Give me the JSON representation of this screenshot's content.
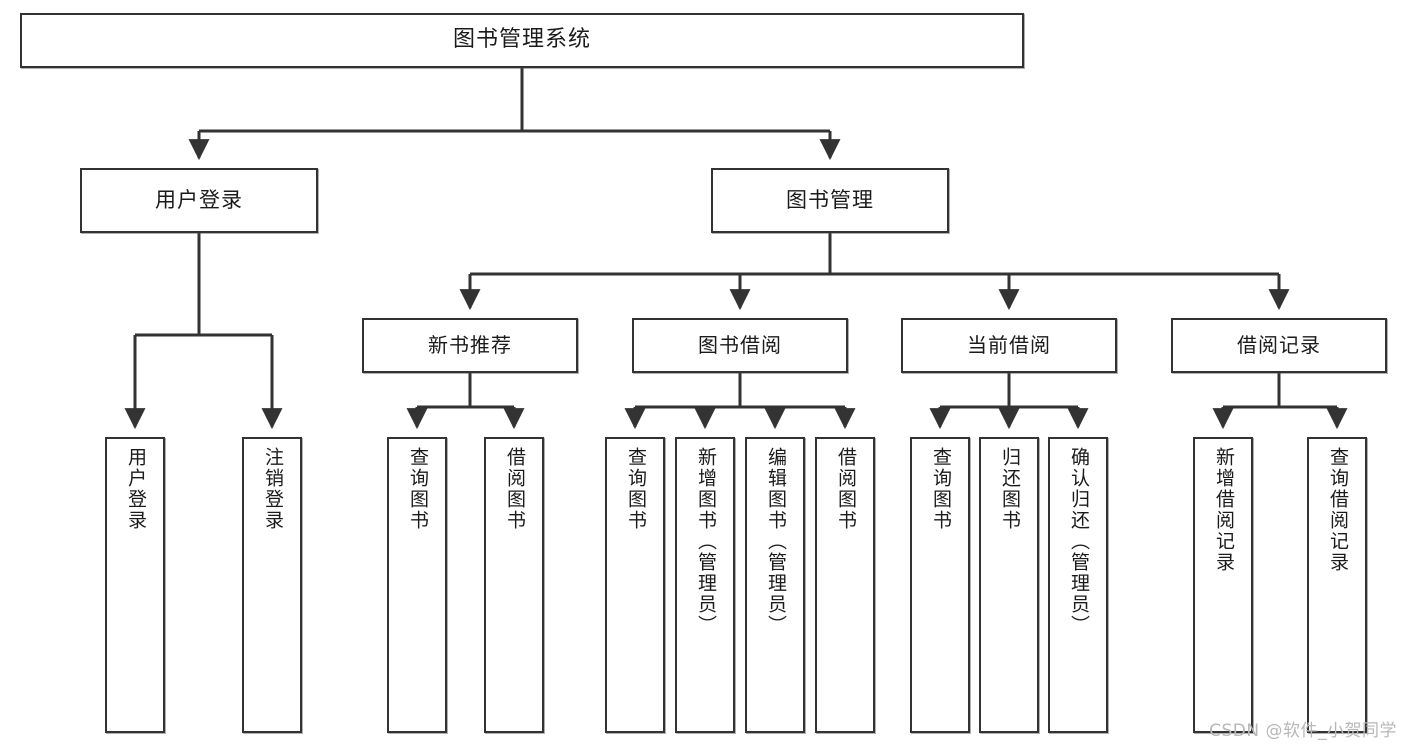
{
  "diagram": {
    "type": "tree",
    "title": "图书管理系统",
    "orientation": "top-down",
    "colors": {
      "node_border": "#333333",
      "node_fill": "#FFFFFF",
      "edge": "#333333",
      "text": "#1B1B1B",
      "watermark": "#B8B8B8"
    },
    "root": {
      "label": "图书管理系统"
    },
    "level2": [
      {
        "label": "用户登录"
      },
      {
        "label": "图书管理"
      }
    ],
    "level3": [
      {
        "label": "新书推荐"
      },
      {
        "label": "图书借阅"
      },
      {
        "label": "当前借阅"
      },
      {
        "label": "借阅记录"
      }
    ],
    "leaves": [
      {
        "label": "用户登录",
        "parent": "用户登录"
      },
      {
        "label": "注销登录",
        "parent": "用户登录"
      },
      {
        "label": "查询图书",
        "parent": "新书推荐"
      },
      {
        "label": "借阅图书",
        "parent": "新书推荐"
      },
      {
        "label": "查询图书",
        "parent": "图书借阅"
      },
      {
        "label": "新增图书（管理员）",
        "parent": "图书借阅"
      },
      {
        "label": "编辑图书（管理员）",
        "parent": "图书借阅"
      },
      {
        "label": "借阅图书",
        "parent": "图书借阅"
      },
      {
        "label": "查询图书",
        "parent": "当前借阅"
      },
      {
        "label": "归还图书",
        "parent": "当前借阅"
      },
      {
        "label": "确认归还（管理员）",
        "parent": "当前借阅"
      },
      {
        "label": "新增借阅记录",
        "parent": "借阅记录"
      },
      {
        "label": "查询借阅记录",
        "parent": "借阅记录"
      }
    ]
  },
  "watermark": {
    "text": "CSDN @软件_小贺同学"
  }
}
